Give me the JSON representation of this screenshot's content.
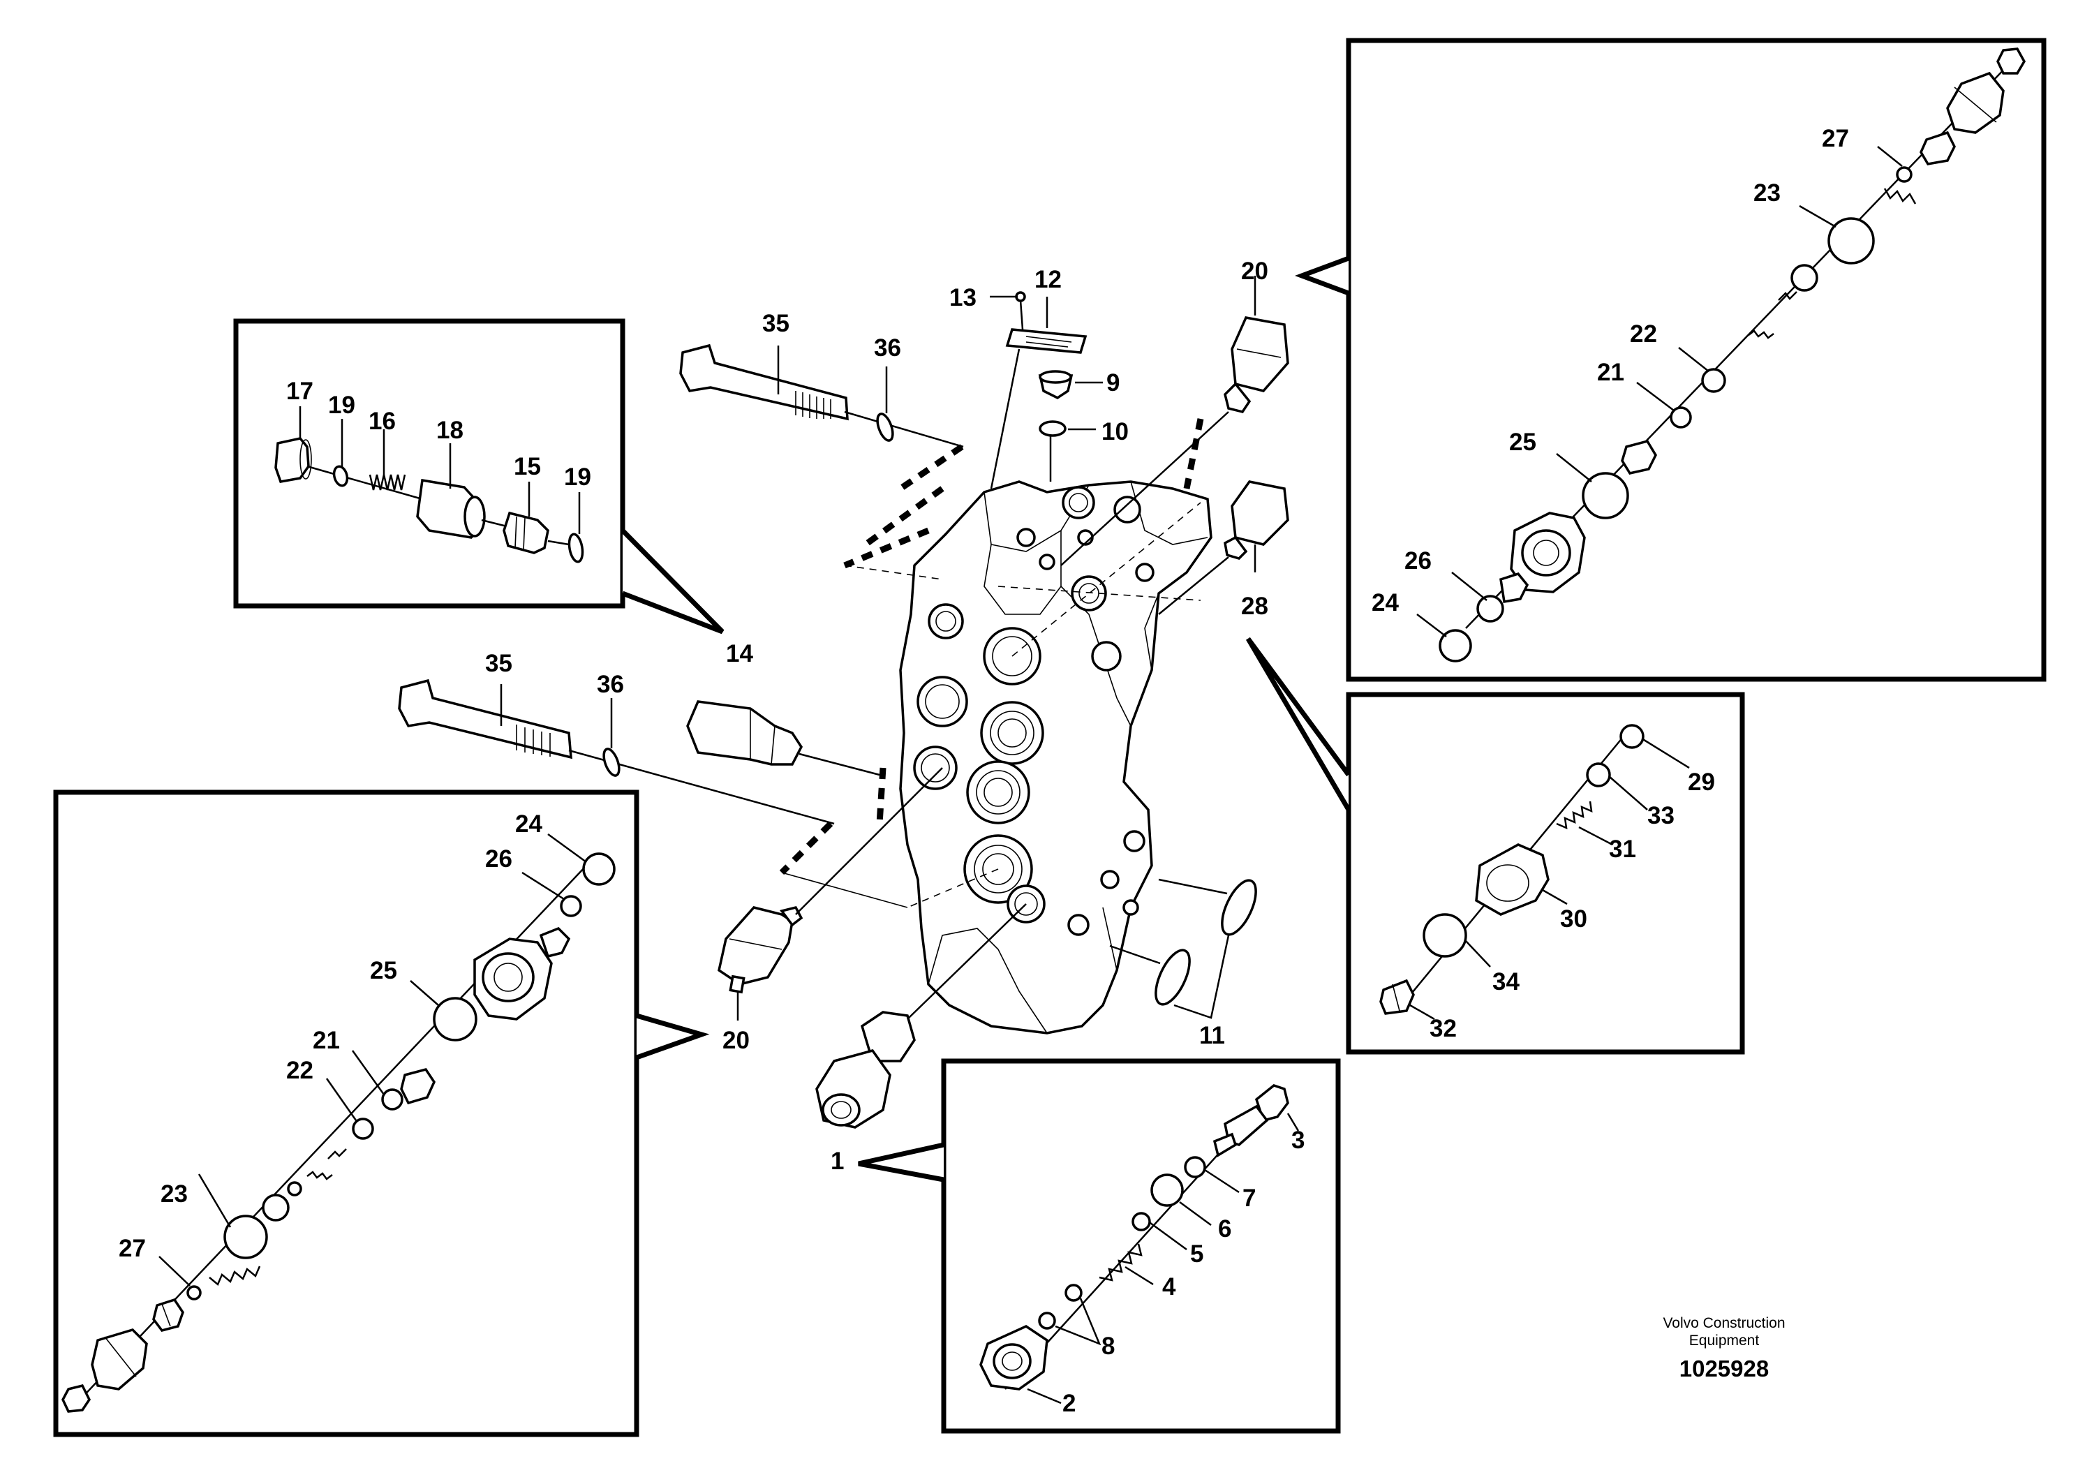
{
  "callouts": {
    "n1": "1",
    "n2": "2",
    "n3": "3",
    "n4": "4",
    "n5": "5",
    "n6": "6",
    "n7": "7",
    "n8": "8",
    "n9": "9",
    "n10": "10",
    "n11": "11",
    "n12": "12",
    "n13": "13",
    "n14": "14",
    "n15": "15",
    "n16": "16",
    "n17": "17",
    "n18": "18",
    "n19": "19",
    "n20": "20",
    "n21": "21",
    "n22": "22",
    "n23": "23",
    "n24": "24",
    "n25": "25",
    "n26": "26",
    "n27": "27",
    "n28": "28",
    "n29": "29",
    "n30": "30",
    "n31": "31",
    "n32": "32",
    "n33": "33",
    "n34": "34",
    "n35": "35",
    "n36": "36"
  },
  "footer": {
    "brand_line1": "Volvo Construction",
    "brand_line2": "Equipment",
    "doc_number": "1025928"
  }
}
